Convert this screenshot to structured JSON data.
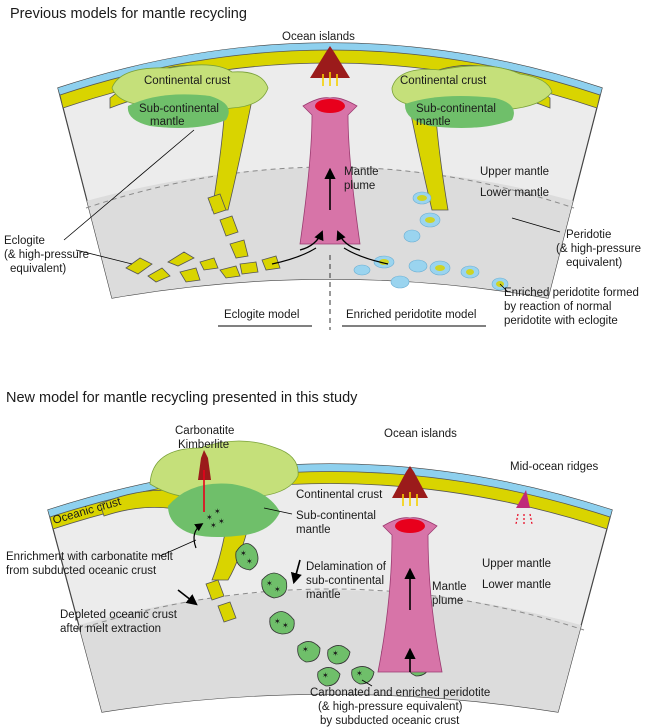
{
  "top_panel": {
    "title": "Previous models for mantle recycling",
    "labels": {
      "ocean_islands": "Ocean islands",
      "continental_crust_left": "Continental crust",
      "continental_crust_right": "Continental crust",
      "sub_continental_mantle_left": [
        "Sub-continental",
        "mantle"
      ],
      "sub_continental_mantle_right": [
        "Sub-continental",
        "mantle"
      ],
      "mantle_plume": [
        "Mantle",
        "plume"
      ],
      "upper_mantle": "Upper mantle",
      "lower_mantle": "Lower mantle",
      "eclogite": [
        "Eclogite",
        "(& high-pressure",
        "equivalent)"
      ],
      "peridotie": [
        "Peridotie",
        "(& high-pressure",
        "equivalent)"
      ],
      "enriched_peridotite": [
        "Enriched peridotite formed",
        "by reaction of normal",
        "peridotite with eclogite"
      ],
      "eclogite_model": "Eclogite model",
      "enriched_peridotite_model": "Enriched peridotite model"
    }
  },
  "bottom_panel": {
    "title": "New model for mantle recycling presented in this study",
    "labels": {
      "carbonatite_kimberlite": [
        "Carbonatite",
        "Kimberlite"
      ],
      "ocean_islands": "Ocean islands",
      "mid_ocean_ridges": "Mid-ocean ridges",
      "oceanic_crust": "Oceanic crust",
      "continental_crust": "Continental crust",
      "sub_continental_mantle": [
        "Sub-continental",
        "mantle"
      ],
      "enrichment": [
        "Enrichment with carbonatite melt",
        "from subducted oceanic crust"
      ],
      "delamination": [
        "Delamination of",
        "sub-continental",
        "mantle"
      ],
      "mantle_plume": [
        "Mantle",
        "plume"
      ],
      "upper_mantle": "Upper mantle",
      "lower_mantle": "Lower mantle",
      "depleted_crust": [
        "Depleted oceanic crust",
        "after melt extraction"
      ],
      "carbonated_peridotite": [
        "Carbonated and enriched peridotite",
        "(& high-pressure equivalent)",
        "by subducted oceanic crust"
      ]
    }
  },
  "colors": {
    "crust_yellow": "#d9d400",
    "ocean_blue": "#8ed0ee",
    "mantle_gray": "#ececec",
    "lower_mantle_gray": "#dcdcdc",
    "continent_green": "#c5e07a",
    "subcontinental_green": "#6fbf6a",
    "plume_pink": "#d774a8",
    "plume_red": "#e8001c",
    "volcano_red": "#9b1b1b",
    "enriched_blue": "#9ad4ef"
  }
}
